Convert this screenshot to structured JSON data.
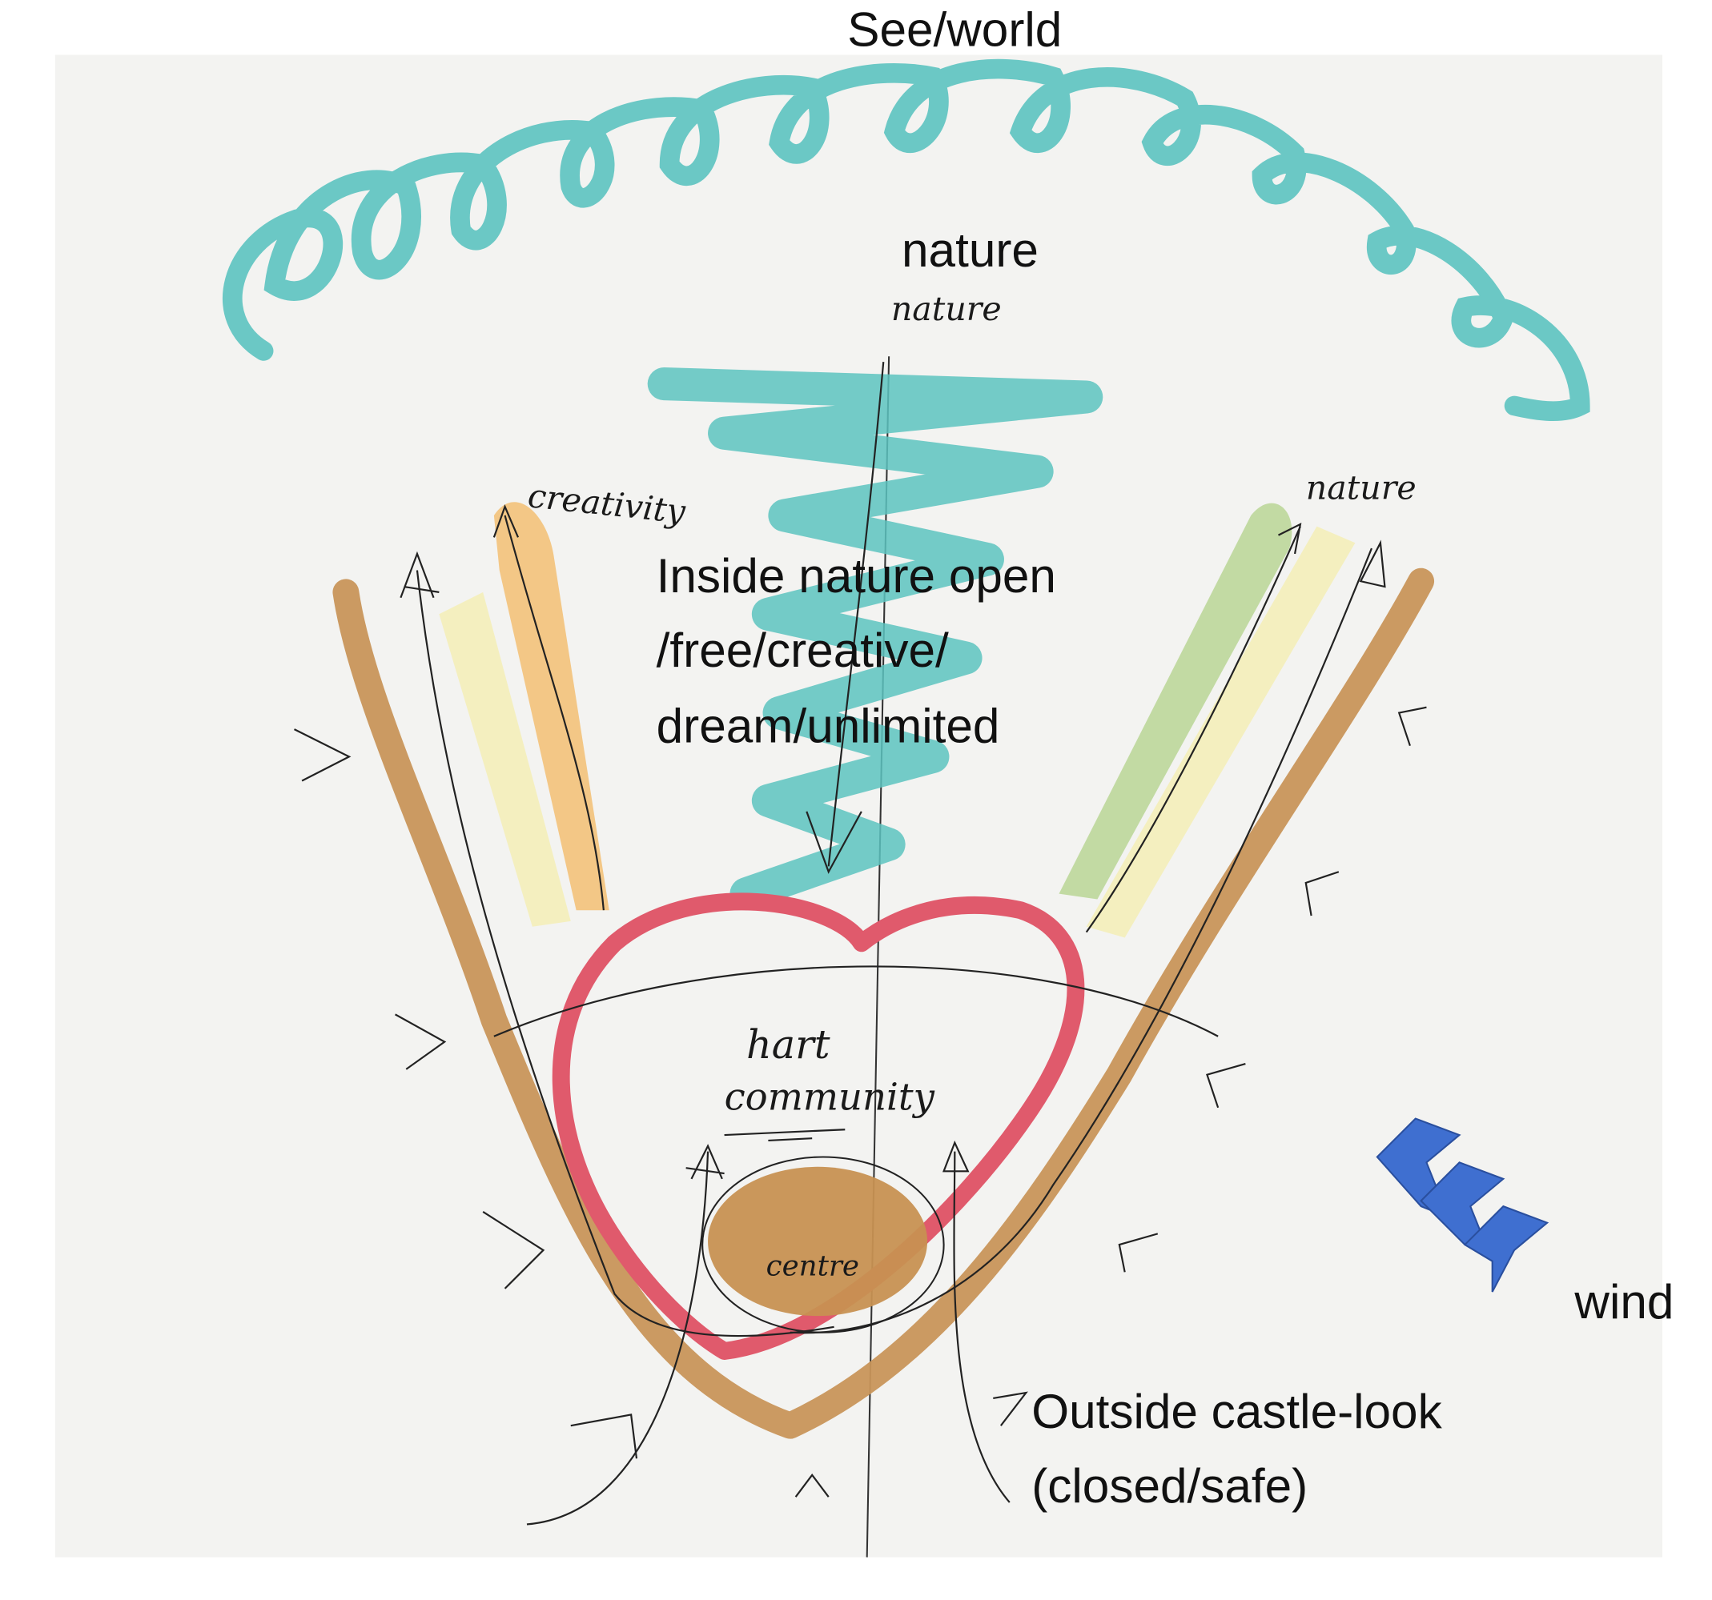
{
  "labels": {
    "top": "See/world",
    "nature": "nature",
    "inside": [
      "Inside nature open",
      "/free/creative/",
      "dream/unlimited"
    ],
    "outside": [
      "Outside castle-look",
      "(closed/safe)"
    ],
    "wind": "wind"
  },
  "handwritten": {
    "nature_top": "nature",
    "creativity": "creativity",
    "nature_right": "nature",
    "heart": "hart",
    "community": "community",
    "centre": "centre"
  },
  "colors": {
    "paper": "#f3f3f1",
    "teal": "#5cc3c0",
    "brown": "#c8955a",
    "red": "#e05a6c",
    "orange": "#f3c27a",
    "yellow": "#f4efbf",
    "green": "#bcd79a",
    "blob": "#c79152",
    "chevron": "#3f6fd0"
  }
}
